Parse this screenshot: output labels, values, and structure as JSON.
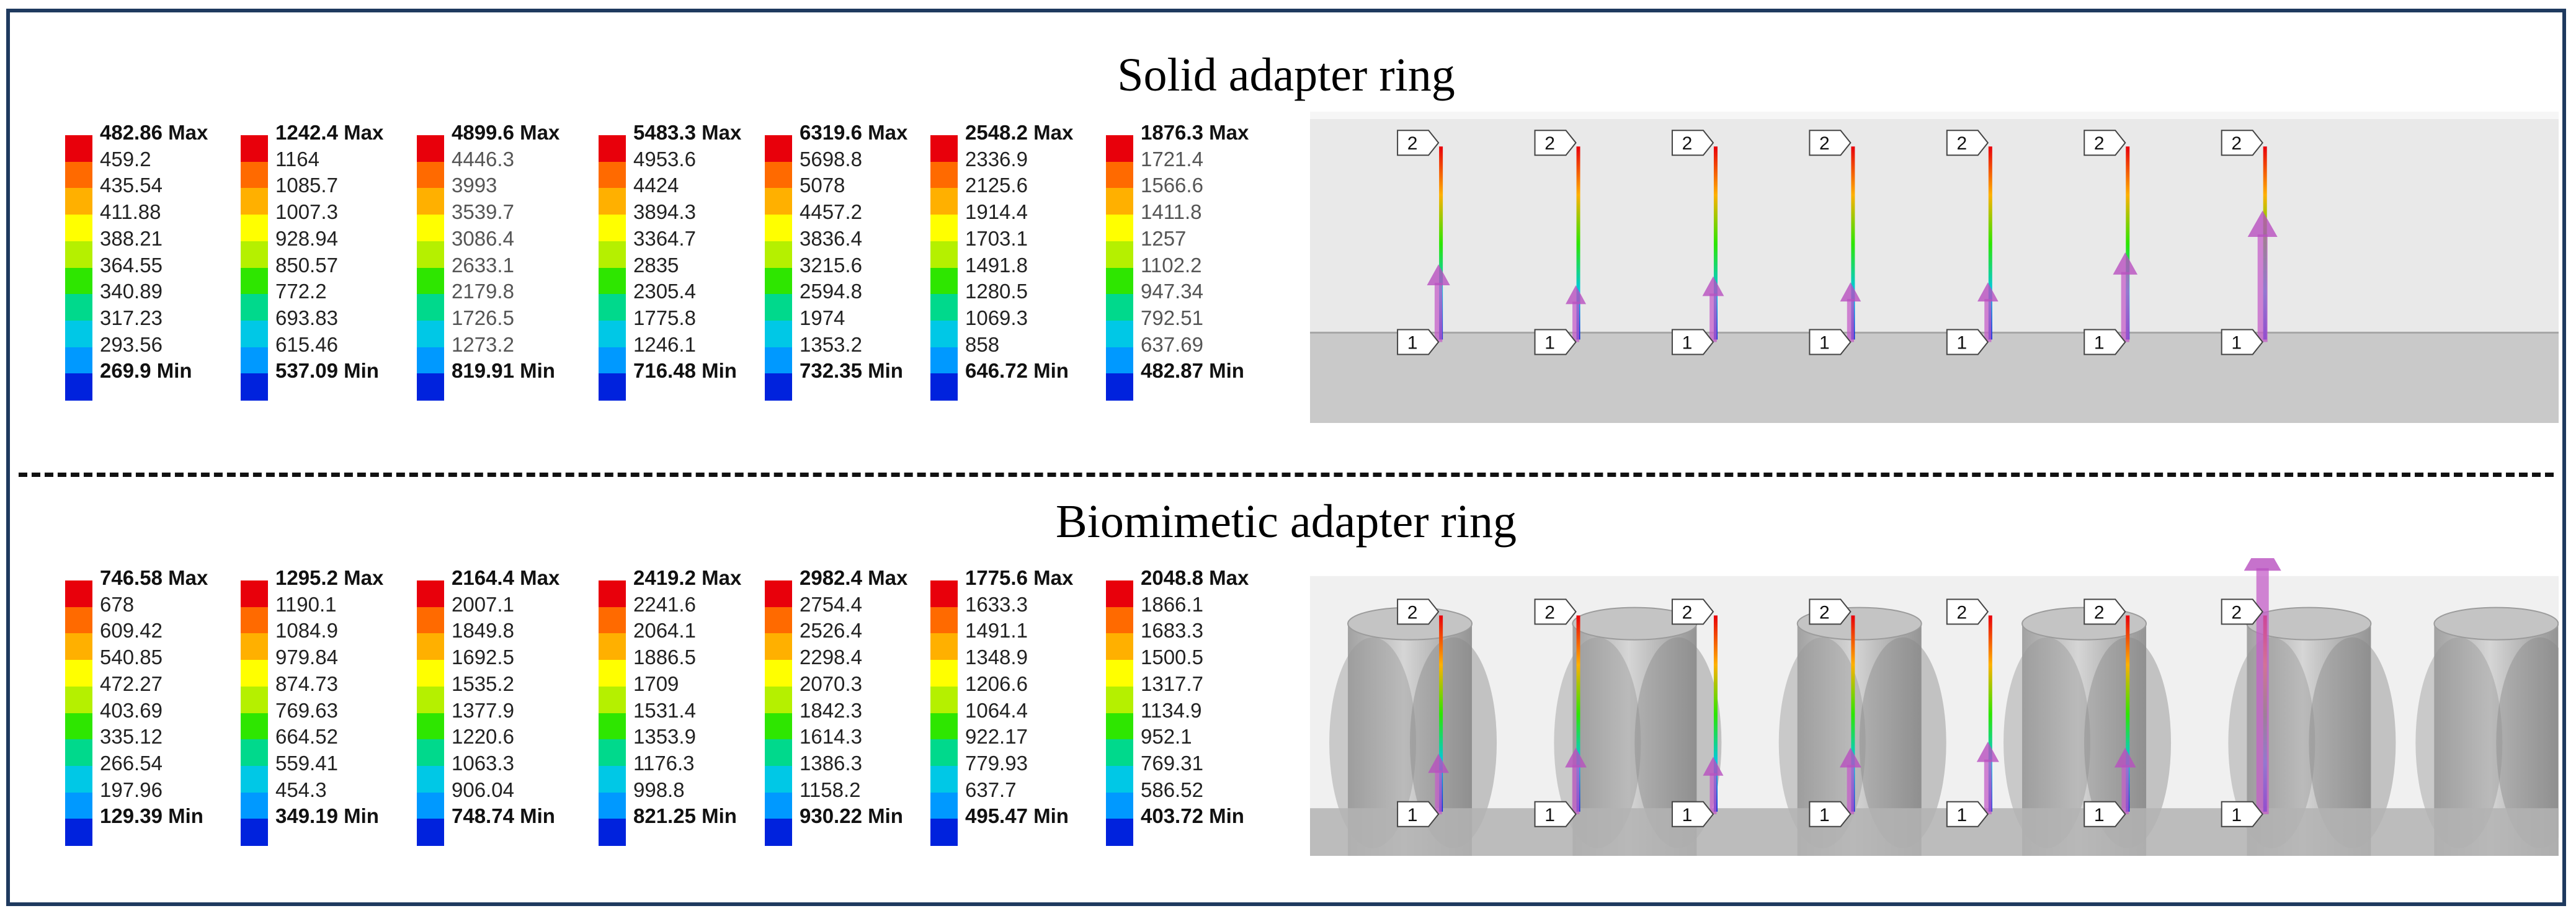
{
  "palette": [
    "#e8000b",
    "#ff6a00",
    "#ffb000",
    "#ffff00",
    "#b5f000",
    "#2ee600",
    "#00d98c",
    "#00c8e6",
    "#0099ff",
    "#0022dd"
  ],
  "panels": [
    {
      "title": "Solid adapter ring",
      "scene_style": "solid",
      "legends": [
        {
          "max": "482.86 Max",
          "mid": [
            "459.2",
            "435.54",
            "411.88",
            "388.21",
            "364.55",
            "340.89",
            "317.23",
            "293.56"
          ],
          "min": "269.9 Min",
          "blur": false
        },
        {
          "max": "1242.4 Max",
          "mid": [
            "1164",
            "1085.7",
            "1007.3",
            "928.94",
            "850.57",
            "772.2",
            "693.83",
            "615.46"
          ],
          "min": "537.09 Min",
          "blur": false
        },
        {
          "max": "4899.6 Max",
          "mid": [
            "4446.3",
            "3993",
            "3539.7",
            "3086.4",
            "2633.1",
            "2179.8",
            "1726.5",
            "1273.2"
          ],
          "min": "819.91 Min",
          "blur": true
        },
        {
          "max": "5483.3 Max",
          "mid": [
            "4953.6",
            "4424",
            "3894.3",
            "3364.7",
            "2835",
            "2305.4",
            "1775.8",
            "1246.1"
          ],
          "min": "716.48 Min",
          "blur": false
        },
        {
          "max": "6319.6 Max",
          "mid": [
            "5698.8",
            "5078",
            "4457.2",
            "3836.4",
            "3215.6",
            "2594.8",
            "1974",
            "1353.2"
          ],
          "min": "732.35 Min",
          "blur": false
        },
        {
          "max": "2548.2 Max",
          "mid": [
            "2336.9",
            "2125.6",
            "1914.4",
            "1703.1",
            "1491.8",
            "1280.5",
            "1069.3",
            "858"
          ],
          "min": "646.72 Min",
          "blur": false
        },
        {
          "max": "1876.3 Max",
          "mid": [
            "1721.4",
            "1566.6",
            "1411.8",
            "1257",
            "1102.2",
            "947.34",
            "792.51",
            "637.69"
          ],
          "min": "482.87 Min",
          "blur": true
        }
      ],
      "node_top_label": "2",
      "node_bottom_label": "1",
      "arrow_sizes": [
        0.22,
        0.15,
        0.18,
        0.16,
        0.16,
        0.26,
        0.4
      ]
    },
    {
      "title": "Biomimetic adapter ring",
      "scene_style": "biomimetic",
      "legends": [
        {
          "max": "746.58 Max",
          "mid": [
            "678",
            "609.42",
            "540.85",
            "472.27",
            "403.69",
            "335.12",
            "266.54",
            "197.96"
          ],
          "min": "129.39 Min",
          "blur": false
        },
        {
          "max": "1295.2 Max",
          "mid": [
            "1190.1",
            "1084.9",
            "979.84",
            "874.73",
            "769.63",
            "664.52",
            "559.41",
            "454.3"
          ],
          "min": "349.19 Min",
          "blur": false
        },
        {
          "max": "2164.4 Max",
          "mid": [
            "2007.1",
            "1849.8",
            "1692.5",
            "1535.2",
            "1377.9",
            "1220.6",
            "1063.3",
            "906.04"
          ],
          "min": "748.74 Min",
          "blur": false
        },
        {
          "max": "2419.2 Max",
          "mid": [
            "2241.6",
            "2064.1",
            "1886.5",
            "1709",
            "1531.4",
            "1353.9",
            "1176.3",
            "998.8"
          ],
          "min": "821.25 Min",
          "blur": false
        },
        {
          "max": "2982.4 Max",
          "mid": [
            "2754.4",
            "2526.4",
            "2298.4",
            "2070.3",
            "1842.3",
            "1614.3",
            "1386.3",
            "1158.2"
          ],
          "min": "930.22 Min",
          "blur": false
        },
        {
          "max": "1775.6 Max",
          "mid": [
            "1633.3",
            "1491.1",
            "1348.9",
            "1206.6",
            "1064.4",
            "922.17",
            "779.93",
            "637.7"
          ],
          "min": "495.47 Min",
          "blur": false
        },
        {
          "max": "2048.8 Max",
          "mid": [
            "1866.1",
            "1683.3",
            "1500.5",
            "1317.7",
            "1134.9",
            "952.1",
            "769.31",
            "586.52"
          ],
          "min": "403.72 Min",
          "blur": false
        }
      ],
      "node_top_label": "2",
      "node_bottom_label": "1",
      "arrow_sizes": [
        0.16,
        0.18,
        0.15,
        0.18,
        0.2,
        0.18,
        0.9
      ]
    }
  ]
}
